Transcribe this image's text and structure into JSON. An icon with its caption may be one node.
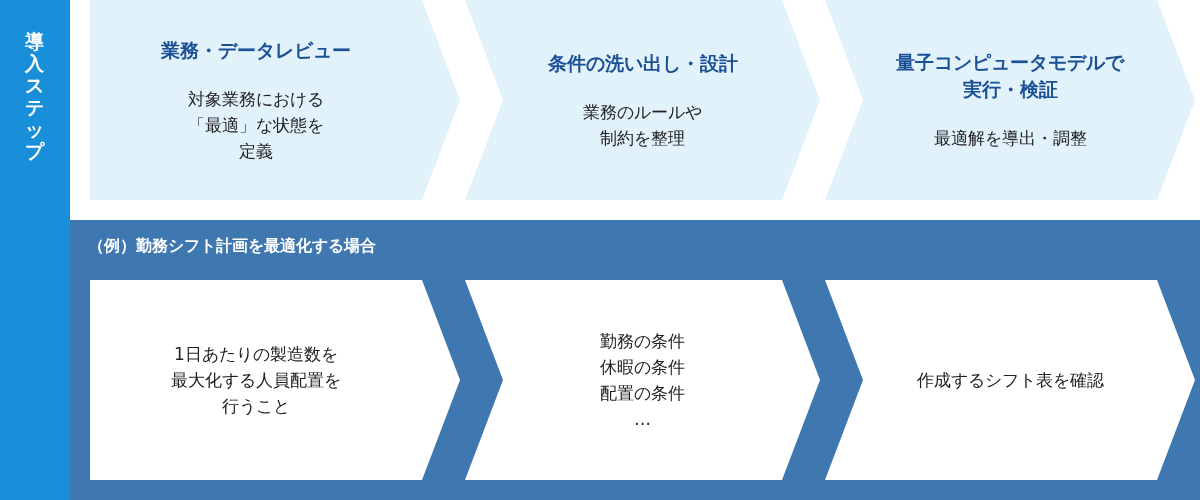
{
  "diagram": {
    "nodes": [
      {
        "text": [
          "導入ステップ"
        ]
      },
      {
        "text": [
          "業務・データレビュー",
          "対象業務における「最適」な状態を定義"
        ]
      },
      {
        "text": [
          "条件の洗い出し・設計",
          "業務のルールや制約を整理"
        ]
      },
      {
        "text": [
          "量子コンピュータモデルで実行・検証",
          "最適解を導出・調整"
        ]
      },
      {
        "text": [
          "（例）勤務シフト計画を最適化する場合"
        ]
      },
      {
        "text": [
          "1日あたりの製造数を最大化する人員配置を行うこと"
        ],
        "in": 4
      },
      {
        "text": [
          "勤務の条件",
          "休暇の条件",
          "配置の条件",
          "…"
        ],
        "in": 4
      },
      {
        "text": [
          "作成するシフト表を確認"
        ],
        "in": 4
      }
    ],
    "edges": []
  }
}
